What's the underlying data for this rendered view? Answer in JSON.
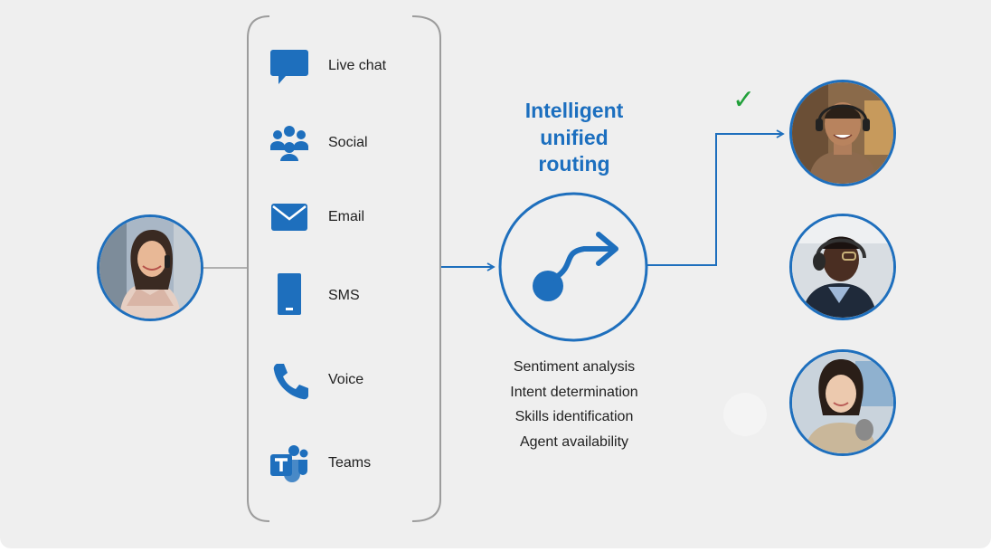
{
  "channels": [
    {
      "label": "Live chat",
      "icon": "chat-bubble-icon"
    },
    {
      "label": "Social",
      "icon": "people-group-icon"
    },
    {
      "label": "Email",
      "icon": "envelope-icon"
    },
    {
      "label": "SMS",
      "icon": "mobile-phone-icon"
    },
    {
      "label": "Voice",
      "icon": "phone-handset-icon"
    },
    {
      "label": "Teams",
      "icon": "teams-logo-icon"
    }
  ],
  "routing": {
    "title_lines": [
      "Intelligent",
      "unified",
      "routing"
    ],
    "icon": "routing-arrow-icon",
    "features": [
      "Sentiment analysis",
      "Intent determination",
      "Skills identification",
      "Agent availability"
    ]
  },
  "customer": {
    "description": "customer-photo"
  },
  "agents": [
    {
      "description": "agent-photo",
      "selected": true
    },
    {
      "description": "agent-photo",
      "selected": false
    },
    {
      "description": "agent-photo",
      "selected": false
    }
  ],
  "colors": {
    "accent_blue": "#1e6fbd",
    "title_blue": "#1c6fbf",
    "check_green": "#21a03a",
    "bracket_gray": "#9c9c9c",
    "background": "#efefef"
  },
  "selected_mark": "✓"
}
